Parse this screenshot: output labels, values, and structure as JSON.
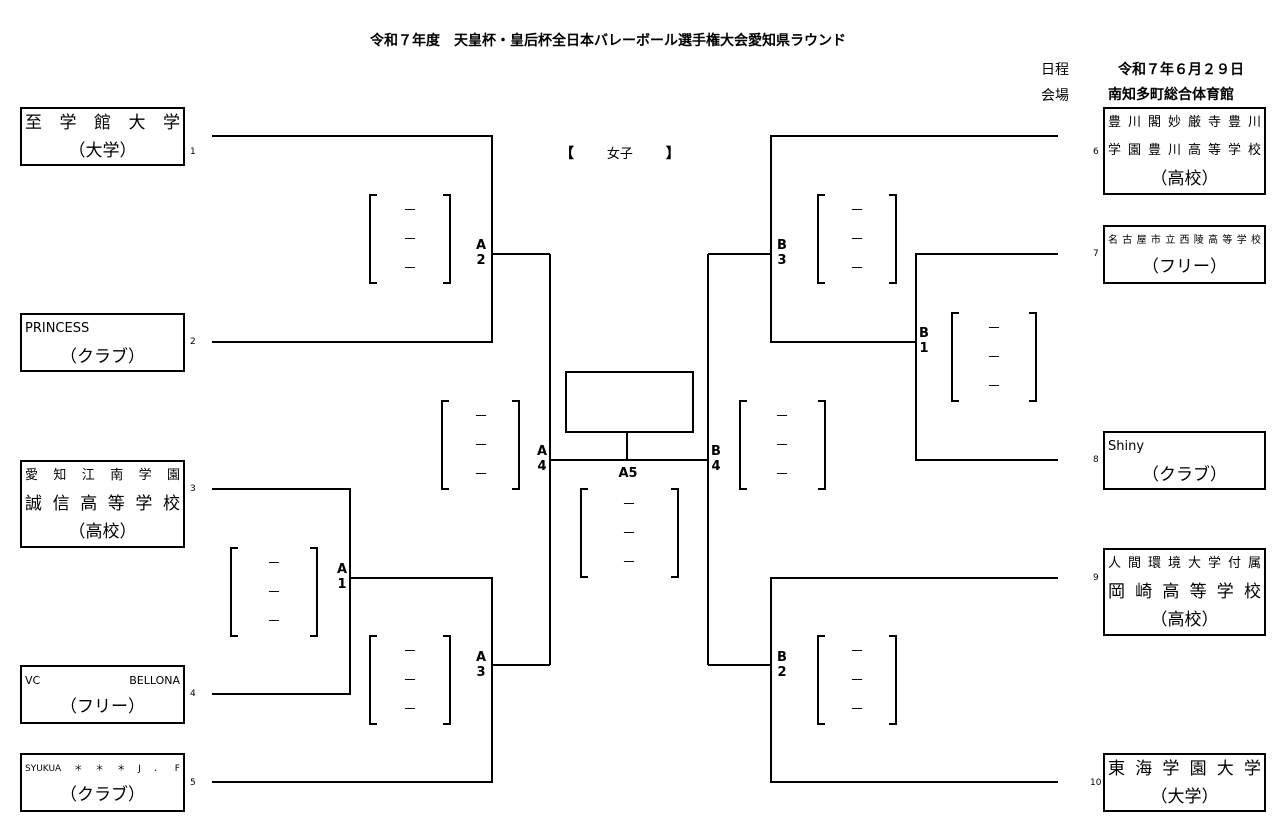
{
  "title": "令和７年度　天皇杯・皇后杯全日本バレーボール選手権大会愛知県ラウンド",
  "schedule": {
    "date_label": "日程",
    "date_value": "令和７年６月２９日",
    "venue_label": "会場",
    "venue_value": "南知多町総合体育館"
  },
  "category": {
    "open": "【",
    "label": "女子",
    "close": "】"
  },
  "teams": [
    {
      "seed": "1",
      "lines": [
        "至学館大学"
      ],
      "category": "（大学）"
    },
    {
      "seed": "2",
      "lines": [
        "PRINCESS"
      ],
      "category": "（クラブ）"
    },
    {
      "seed": "3",
      "lines": [
        "愛知江南学園",
        "誠信高等学校"
      ],
      "category": "（高校）"
    },
    {
      "seed": "4",
      "lines": [
        "VC BELLONA"
      ],
      "category": "（フリー）"
    },
    {
      "seed": "5",
      "lines": [
        "SYUKUA＊＊＊J．F"
      ],
      "category": "（クラブ）"
    },
    {
      "seed": "6",
      "lines": [
        "豊川閣妙厳寺豊川",
        "学園豊川高等学校"
      ],
      "category": "（高校）"
    },
    {
      "seed": "7",
      "lines": [
        "名古屋市立西陵高等学校"
      ],
      "category": "（フリー）"
    },
    {
      "seed": "8",
      "lines": [
        "Shiny"
      ],
      "category": "（クラブ）"
    },
    {
      "seed": "9",
      "lines": [
        "人間環境大学付属",
        "岡崎高等学校"
      ],
      "category": "（高校）"
    },
    {
      "seed": "10",
      "lines": [
        "東海学園大学"
      ],
      "category": "（大学）"
    }
  ],
  "matches": {
    "A1": {
      "l1": "A",
      "l2": "1"
    },
    "A2": {
      "l1": "A",
      "l2": "2"
    },
    "A3": {
      "l1": "A",
      "l2": "3"
    },
    "A4": {
      "l1": "A",
      "l2": "4"
    },
    "A5": {
      "label": "A5"
    },
    "B1": {
      "l1": "B",
      "l2": "1"
    },
    "B2": {
      "l1": "B",
      "l2": "2"
    },
    "B3": {
      "l1": "B",
      "l2": "3"
    },
    "B4": {
      "l1": "B",
      "l2": "4"
    }
  },
  "score_dash": "－"
}
